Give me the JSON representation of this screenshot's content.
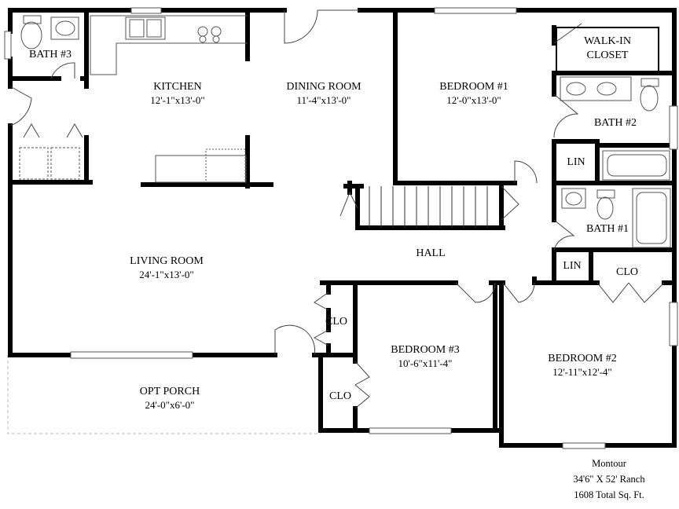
{
  "plan": {
    "rooms": {
      "bath3": {
        "name": "BATH #3"
      },
      "kitchen": {
        "name": "KITCHEN",
        "dim": "12'-1\"x13'-0\""
      },
      "dining": {
        "name": "DINING ROOM",
        "dim": "11'-4\"x13'-0\""
      },
      "bedroom1": {
        "name": "BEDROOM #1",
        "dim": "12'-0\"x13'-0\""
      },
      "walkin": {
        "line1": "WALK-IN",
        "line2": "CLOSET"
      },
      "bath2": {
        "name": "BATH #2"
      },
      "lin_upper": {
        "name": "LIN"
      },
      "bath1": {
        "name": "BATH #1"
      },
      "lin_lower": {
        "name": "LIN"
      },
      "clo_right": {
        "name": "CLO"
      },
      "hall": {
        "name": "HALL"
      },
      "living": {
        "name": "LIVING ROOM",
        "dim": "24'-1\"x13'-0\""
      },
      "clo_mid": {
        "name": "CLO"
      },
      "bedroom3": {
        "name": "BEDROOM #3",
        "dim": "10'-6\"x11'-4\""
      },
      "bedroom2": {
        "name": "BEDROOM #2",
        "dim": "12'-11\"x12'-4\""
      },
      "clo_low": {
        "name": "CLO"
      },
      "porch": {
        "name": "OPT PORCH",
        "dim": "24'-0\"x6'-0\""
      }
    },
    "caption": {
      "model": "Montour",
      "size": "34'6\" X 52' Ranch",
      "area": "1608 Total Sq. Ft."
    }
  }
}
